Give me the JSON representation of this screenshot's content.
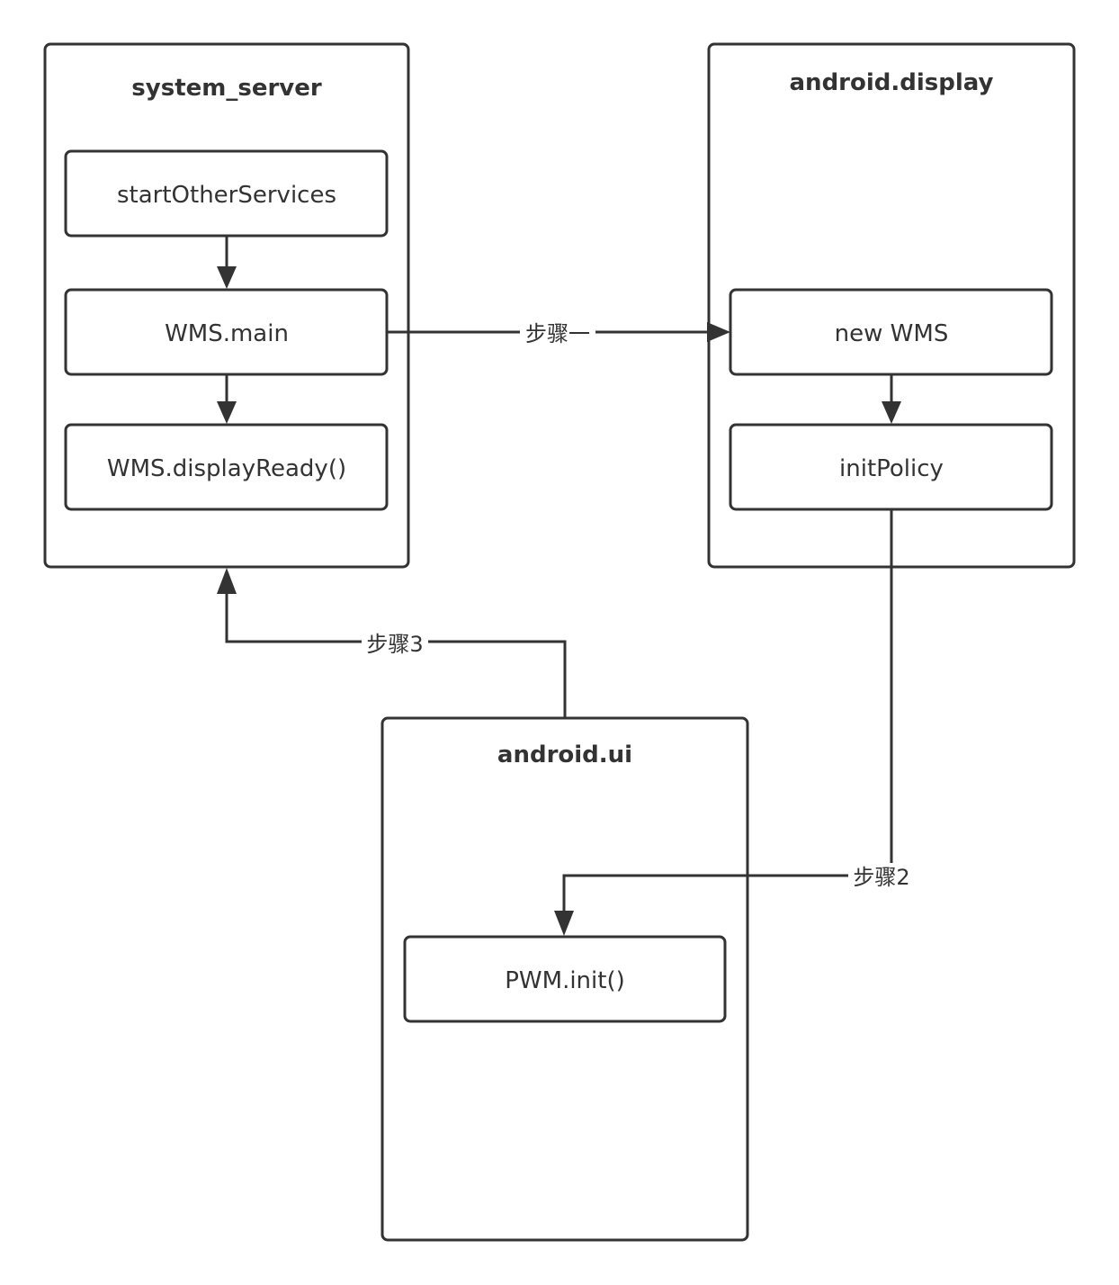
{
  "containers": {
    "system_server": {
      "title": "system_server"
    },
    "android_display": {
      "title": "android.display"
    },
    "android_ui": {
      "title": "android.ui"
    }
  },
  "nodes": {
    "start_other_services": "startOtherServices",
    "wms_main": "WMS.main",
    "wms_display_ready": "WMS.displayReady()",
    "new_wms": "new WMS",
    "init_policy": "initPolicy",
    "pwm_init": "PWM.init()"
  },
  "edges": {
    "step1": "步骤一",
    "step2": "步骤2",
    "step3": "步骤3"
  },
  "colors": {
    "stroke": "#333333",
    "background": "#ffffff"
  }
}
